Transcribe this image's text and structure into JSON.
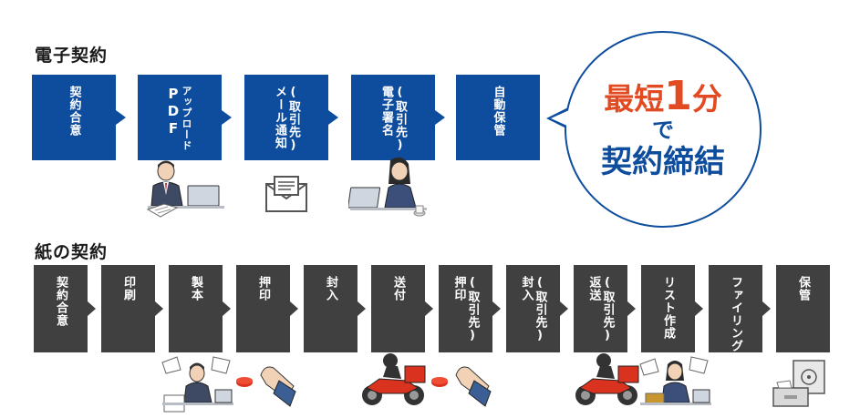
{
  "electronic": {
    "title": "電子契約",
    "steps": [
      {
        "label": "契約合意",
        "sub": ""
      },
      {
        "label": "PDF",
        "label2": "アップロード",
        "sub": ""
      },
      {
        "label": "メール通知",
        "sub": "(取引先)"
      },
      {
        "label": "電子署名",
        "sub": "(取引先)"
      },
      {
        "label": "自動保管",
        "sub": ""
      }
    ]
  },
  "bubble": {
    "line1_pre": "最短",
    "line1_num": "1",
    "line1_post": "分",
    "line2": "で",
    "line3": "契約締結"
  },
  "paper": {
    "title": "紙の契約",
    "steps": [
      {
        "label": "契約合意",
        "sub": ""
      },
      {
        "label": "印刷",
        "sub": ""
      },
      {
        "label": "製本",
        "sub": ""
      },
      {
        "label": "押印",
        "sub": ""
      },
      {
        "label": "封入",
        "sub": ""
      },
      {
        "label": "送付",
        "sub": ""
      },
      {
        "label": "押印",
        "sub": "(取引先)"
      },
      {
        "label": "封入",
        "sub": "(取引先)"
      },
      {
        "label": "返送",
        "sub": "(取引先)"
      },
      {
        "label": "リスト作成",
        "sub": ""
      },
      {
        "label": "ファイリング",
        "sub": ""
      },
      {
        "label": "保管",
        "sub": ""
      }
    ]
  },
  "colors": {
    "blue": "#0e4d9e",
    "gray": "#404040",
    "accent": "#e24a22"
  }
}
